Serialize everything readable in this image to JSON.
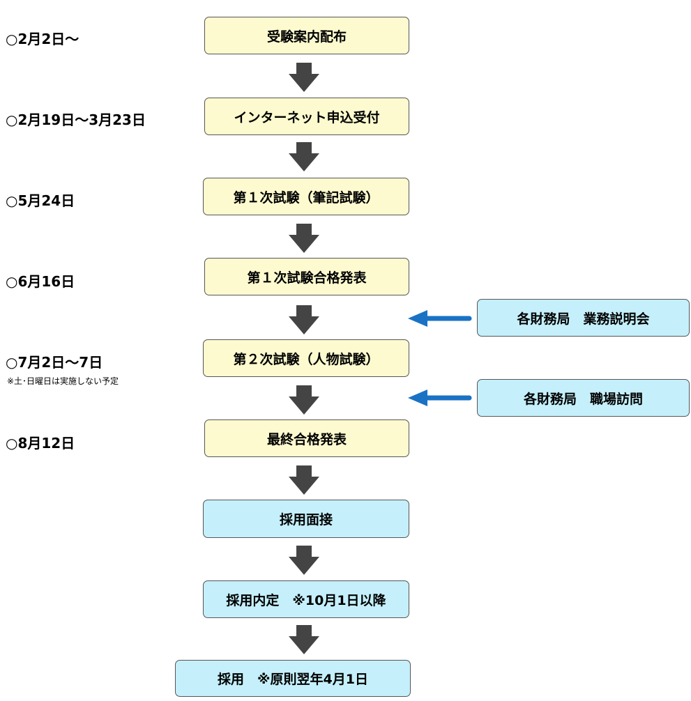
{
  "dates": [
    "○2月2日～",
    "○2月19日～3月23日",
    "○5月24日",
    "○6月16日",
    "○7月2日～7日",
    "○8月12日"
  ],
  "date_note": "※土･日曜日は実施しない予定",
  "steps": [
    "受験案内配布",
    "インターネット申込受付",
    "第１次試験（筆記試験）",
    "第１次試験合格発表",
    "第２次試験（人物試験）",
    "最終合格発表",
    "採用面接",
    "採用内定　※10月1日以降",
    "採用　※原則翌年4月1日"
  ],
  "side_events": [
    "各財務局　業務説明会",
    "各財務局　職場訪問"
  ],
  "colors": {
    "yellow_box": "#fdfacf",
    "blue_box": "#c5f0fb",
    "flow_arrow": "#444444",
    "side_arrow": "#1a72c4"
  }
}
